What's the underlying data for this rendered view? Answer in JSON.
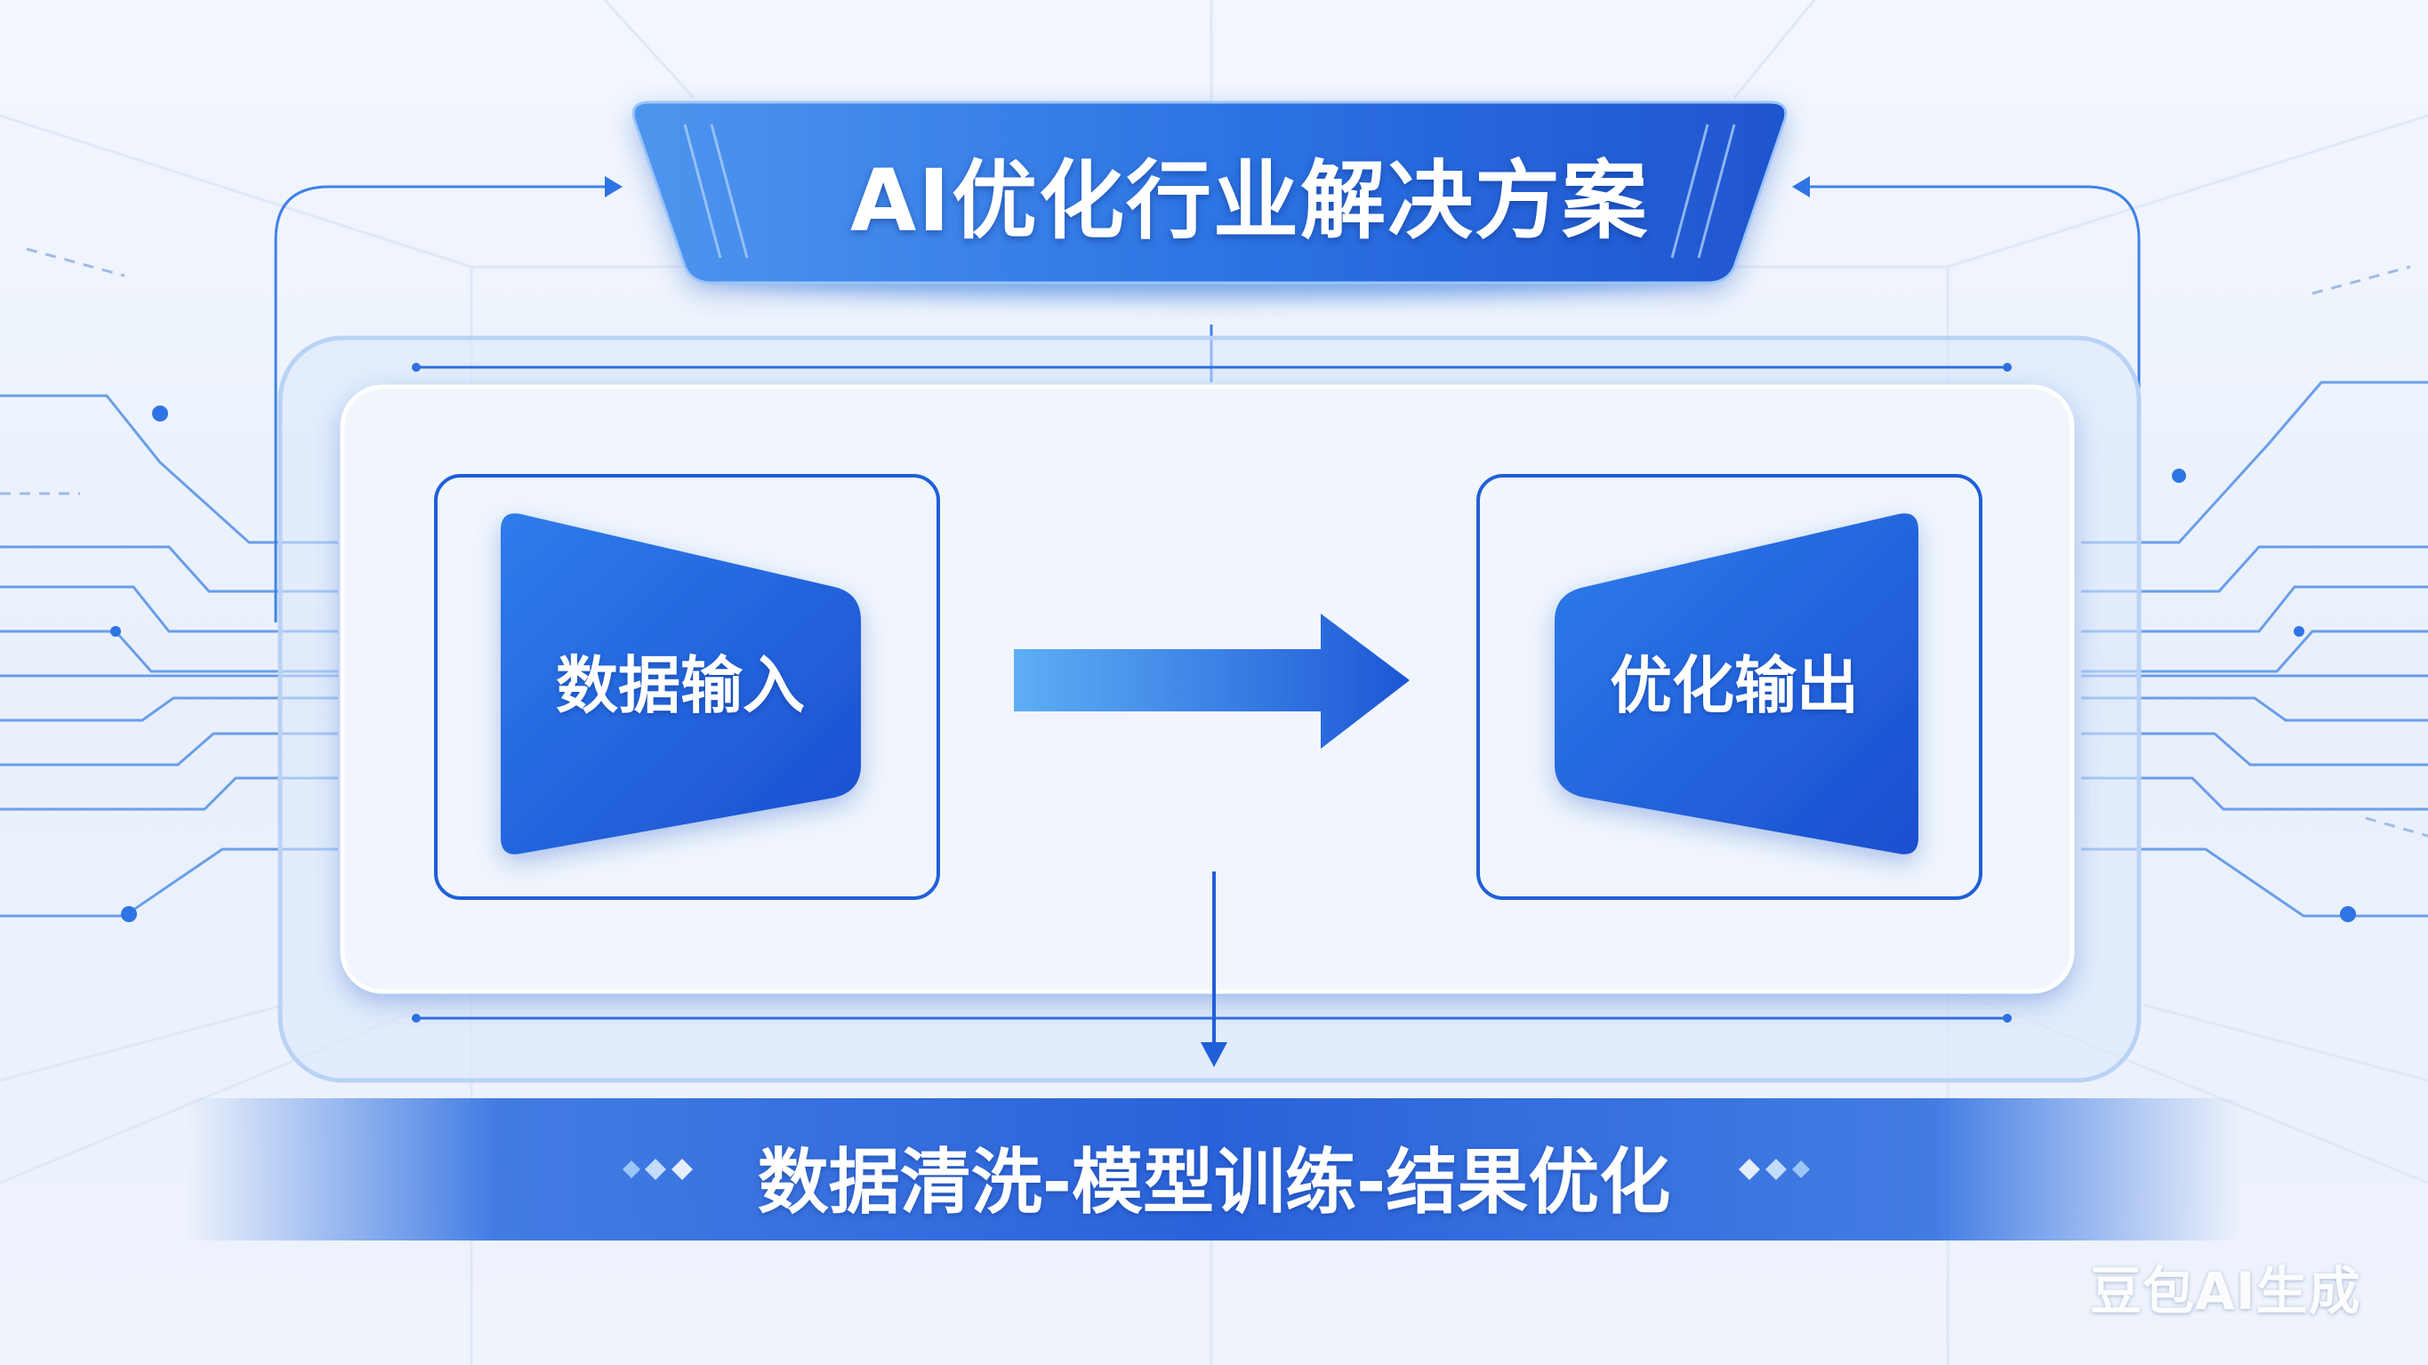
{
  "title": "AI优化行业解决方案",
  "input_block": {
    "label": "数据输入"
  },
  "output_block": {
    "label": "优化输出"
  },
  "pipeline_banner": {
    "label": "数据清洗-模型训练-结果优化"
  },
  "watermark": "豆包AI生成",
  "colors": {
    "primary_blue": "#1f5fd8",
    "light_blue": "#5aa4f2",
    "background": "#eef3fc",
    "line_blue": "#3f82e6"
  }
}
